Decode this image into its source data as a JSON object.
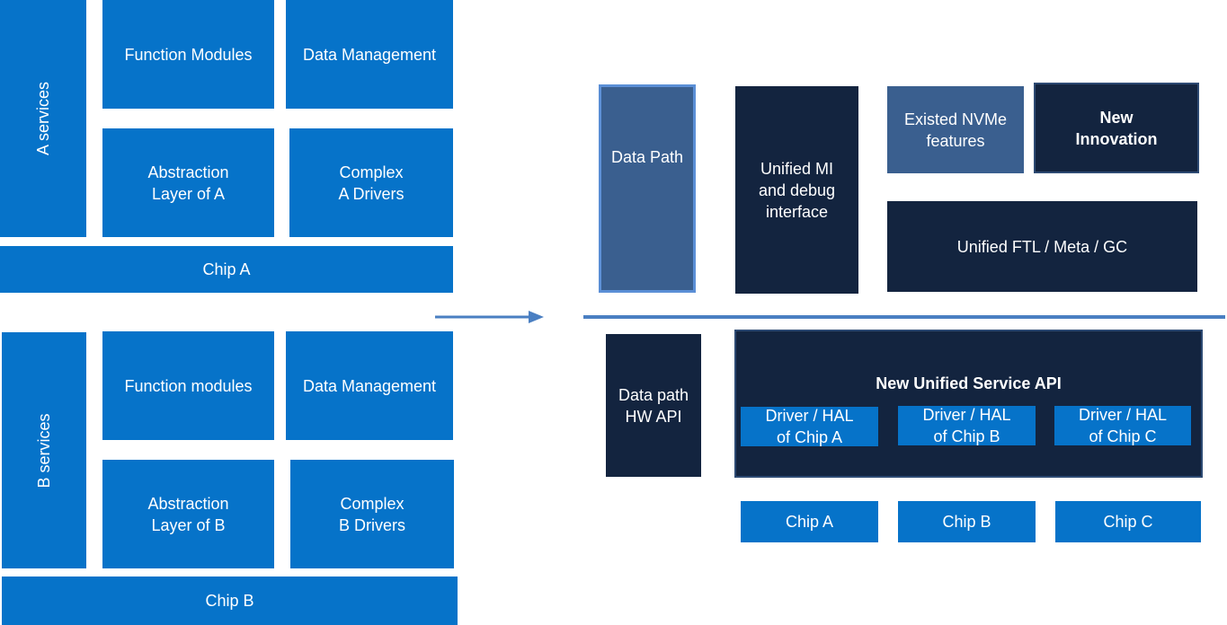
{
  "chip_a_stack": {
    "services": "A services",
    "function_modules": "Function  Modules",
    "data_management": "Data Management",
    "abstraction_layer": "Abstraction\nLayer of A",
    "complex_drivers": "Complex\nA Drivers",
    "chip": "Chip A"
  },
  "chip_b_stack": {
    "services": "B services",
    "function_modules": "Function  modules",
    "data_management": "Data Management",
    "abstraction_layer": "Abstraction\nLayer of B",
    "complex_drivers": "Complex\nB Drivers",
    "chip": "Chip B"
  },
  "unified_architecture": {
    "data_path": "Data Path",
    "unified_mi": "Unified  MI\nand debug\ninterface",
    "existed_nvme": "Existed NVMe\nfeatures",
    "new_innovation": "New\nInnovation",
    "unified_ftl": "Unified  FTL / Meta / GC",
    "data_path_hw_api": "Data path\nHW API",
    "service_api_title": "New Unified Service API",
    "drivers": [
      "Driver / HAL\nof Chip A",
      "Driver / HAL\nof Chip B",
      "Driver / HAL\nof Chip C"
    ],
    "chips": [
      "Chip A",
      "Chip B",
      "Chip C"
    ]
  },
  "colors": {
    "blue": "#0673c9",
    "navy": "#13243f",
    "slate": "#3a5f8f",
    "connector": "#4a7fc2"
  }
}
